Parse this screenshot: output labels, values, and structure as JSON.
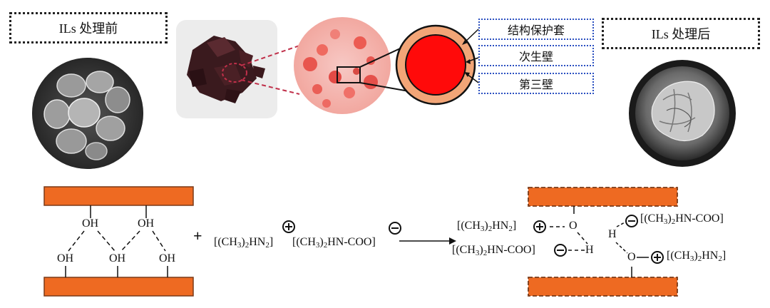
{
  "labels": {
    "before": "ILs 处理前",
    "after": "ILs 处理后",
    "protective": "结构保护套",
    "secondary_wall": "次生壁",
    "third_wall": "第三壁"
  },
  "scheme": {
    "oh": "OH",
    "plus_sign": "+",
    "cation_prefix": "[(CH",
    "cation_mid": ")",
    "cation_suffix": "HN",
    "cation_end": "]",
    "sub3": "3",
    "sub2": "2",
    "anion": "[(CH3)2HN-COO]",
    "anion_prefix": "[(CH",
    "anion_mid": ")",
    "anion_suffix": "HN-COO]",
    "o": "O",
    "h": "H"
  },
  "colors": {
    "bar_fill": "#ee6a22",
    "bar_edge": "#7a3a18",
    "red": "#e31b23"
  },
  "icons": [
    "micrograph-before",
    "brown-sample-photo",
    "microscope-view",
    "cell-wall-cross-section",
    "micrograph-after",
    "positive-charge-icon",
    "negative-charge-icon",
    "reaction-arrow"
  ]
}
